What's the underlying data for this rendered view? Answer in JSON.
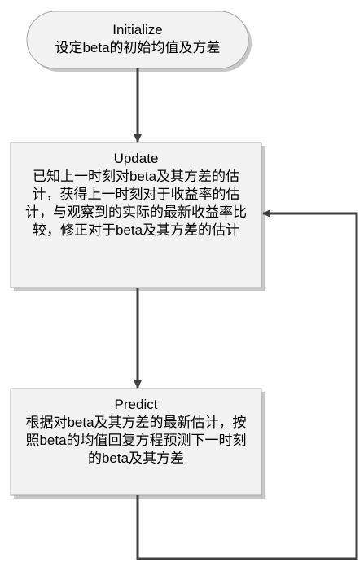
{
  "nodes": {
    "initialize": {
      "title": "Initialize",
      "desc": "设定beta的初始均值及方差"
    },
    "update": {
      "title": "Update",
      "desc": "已知上一时刻对beta及其方差的估计，获得上一时刻对于收益率的估计，与观察到的实际的最新收益率比较，修正对于beta及其方差的估计"
    },
    "predict": {
      "title": "Predict",
      "desc": "根据对beta及其方差的最新估计，按照beta的均值回复方程预测下一时刻的beta及其方差"
    }
  },
  "edges": [
    {
      "from": "initialize",
      "to": "update"
    },
    {
      "from": "update",
      "to": "predict"
    },
    {
      "from": "predict",
      "to": "update"
    }
  ],
  "colors": {
    "node_fill": "#f2f2f2",
    "node_stroke": "#a6a6a6",
    "shadow": "#c8c8c8",
    "arrow": "#3f3f3f"
  }
}
